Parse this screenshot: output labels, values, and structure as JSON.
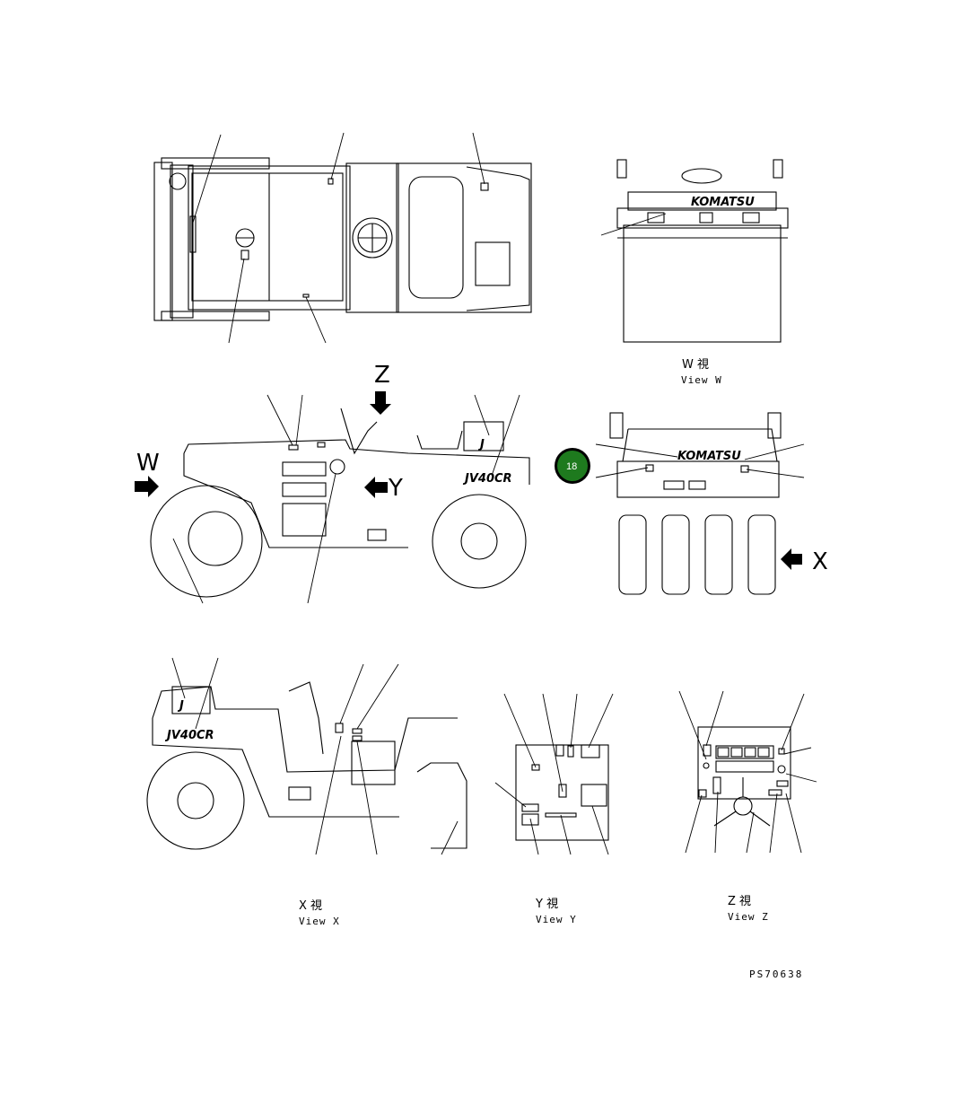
{
  "view_labels": {
    "z_arrow": "Z",
    "y_arrow": "Y",
    "w_arrow": "W",
    "x_arrow": "X"
  },
  "captions": {
    "view_w": {
      "jp": "W  視",
      "en": "View W"
    },
    "view_x": {
      "jp": "X  視",
      "en": "View X"
    },
    "view_y": {
      "jp": "Y  視",
      "en": "View Y"
    },
    "view_z": {
      "jp": "Z  視",
      "en": "View Z"
    }
  },
  "machine_badge": {
    "text": "JV40CR"
  },
  "callout": {
    "number": "18",
    "color": "#1e7a1e"
  },
  "drawing_id": "PS70638",
  "colors": {
    "line": "#000000",
    "background": "#ffffff",
    "callout_fill": "#1e7a1e"
  }
}
